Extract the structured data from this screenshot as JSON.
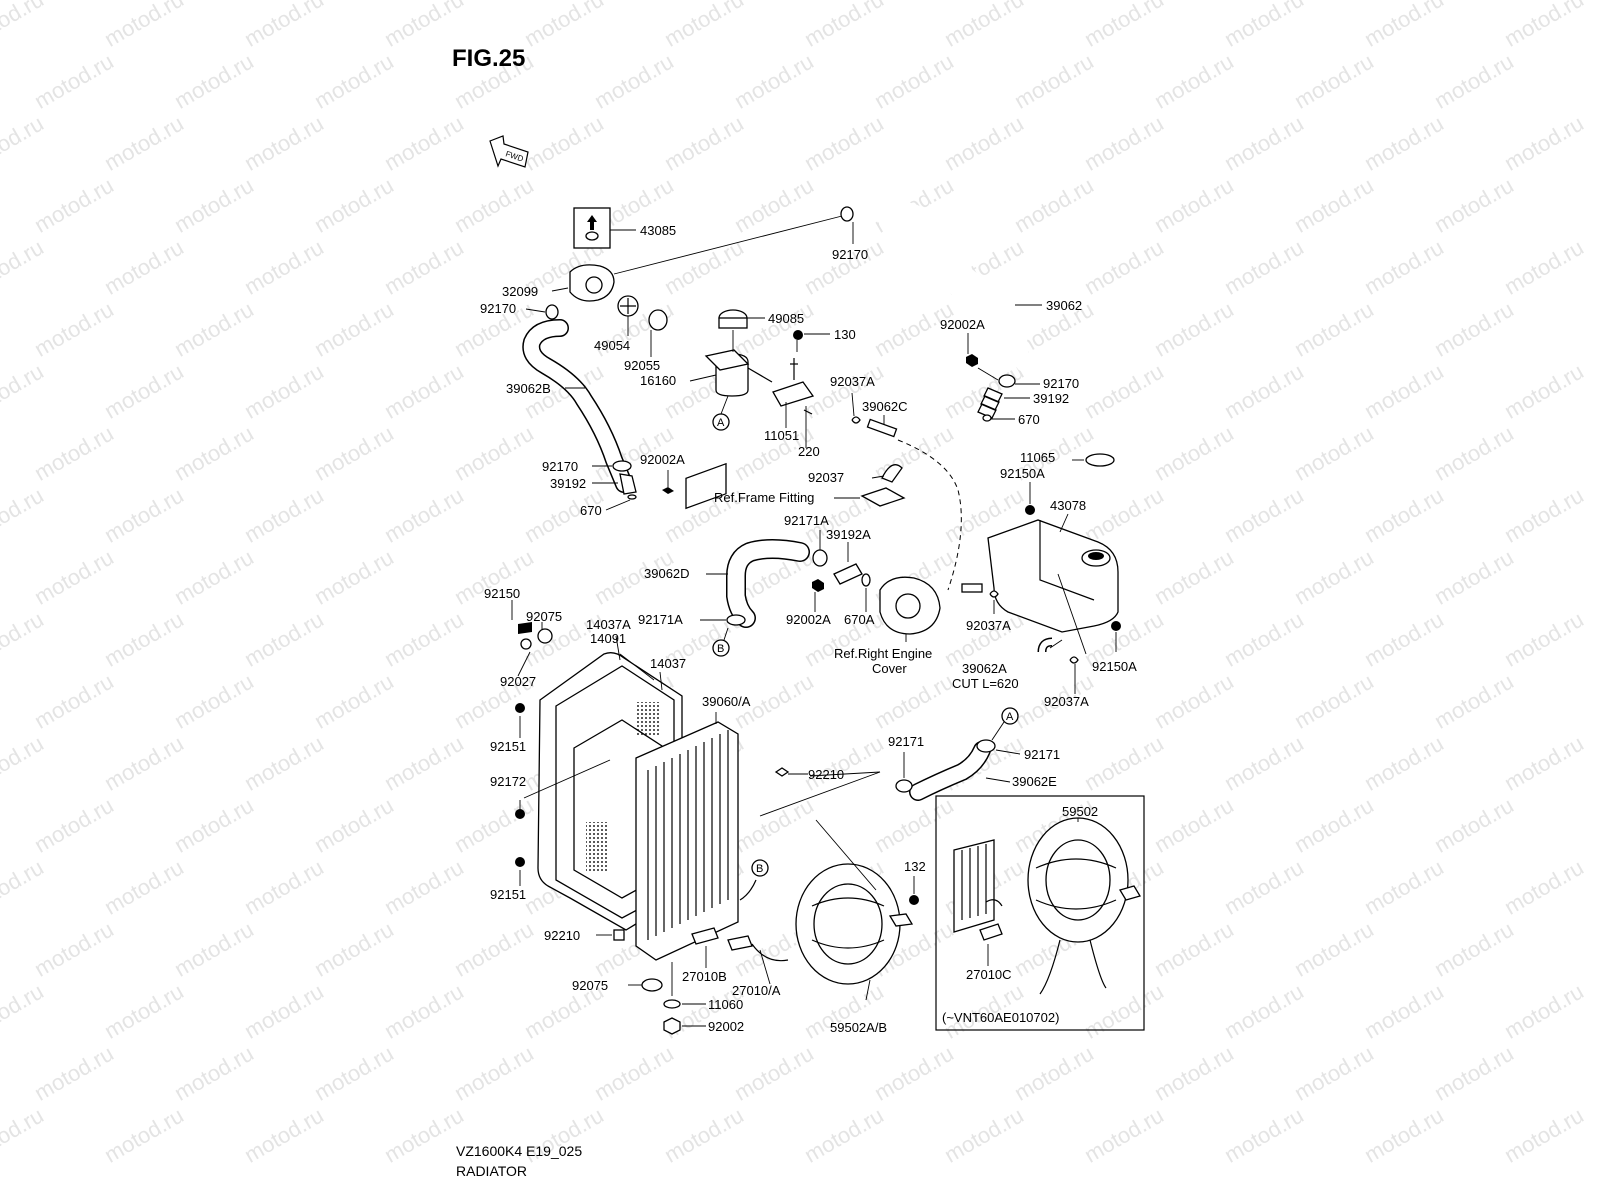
{
  "figure": {
    "title": "FIG.25",
    "fwd_arrow": "FWD",
    "model_code": "VZ1600K4 E19_025",
    "section": "RADIATOR"
  },
  "watermark": "motod.ru",
  "callouts": [
    "A",
    "A",
    "B",
    "B"
  ],
  "inset": {
    "note": "(~VNT60AE010702)"
  },
  "labels": {
    "p43085": "43085",
    "p32099": "32099",
    "p92170_a": "92170",
    "p92170_b": "92170",
    "p92170_c": "92170",
    "p92170_d": "92170",
    "p39062": "39062",
    "p49085": "49085",
    "p130": "130",
    "p92002A_a": "92002A",
    "p49054": "49054",
    "p92055": "92055",
    "p16160": "16160",
    "p39062B": "39062B",
    "p92037A_a": "92037A",
    "p39192_a": "39192",
    "p39062C": "39062C",
    "p670_a": "670",
    "p11051": "11051",
    "p220": "220",
    "p92002A_b": "92002A",
    "p39192_b": "39192",
    "p670_b": "670",
    "p11065": "11065",
    "p92150A_a": "92150A",
    "p92037": "92037",
    "ref_frame": "Ref.Frame Fitting",
    "p43078": "43078",
    "p92171A_a": "92171A",
    "p39192A": "39192A",
    "p39062D": "39062D",
    "p92150": "92150",
    "p92075_a": "92075",
    "p92171A_b": "92171A",
    "p92002A_c": "92002A",
    "p670A": "670A",
    "p92037A_b": "92037A",
    "p14037A": "14037A",
    "p14091": "14091",
    "ref_engine_1": "Ref.Right Engine",
    "ref_engine_2": "Cover",
    "p92027": "92027",
    "p14037": "14037",
    "p39062A": "39062A",
    "p_cut": "CUT L=620",
    "p92150A_b": "92150A",
    "p92037A_c": "92037A",
    "p39060A": "39060/A",
    "p92151_a": "92151",
    "p92171_a": "92171",
    "p92171_b": "92171",
    "p92210_a": "92210",
    "p39062E": "39062E",
    "p92172": "92172",
    "p59502": "59502",
    "p132": "132",
    "p92151_b": "92151",
    "p92210_b": "92210",
    "p27010C": "27010C",
    "p92075_b": "92075",
    "p27010B": "27010B",
    "p27010A": "27010/A",
    "p11060": "11060",
    "p92002": "92002",
    "p59502AB": "59502A/B"
  }
}
